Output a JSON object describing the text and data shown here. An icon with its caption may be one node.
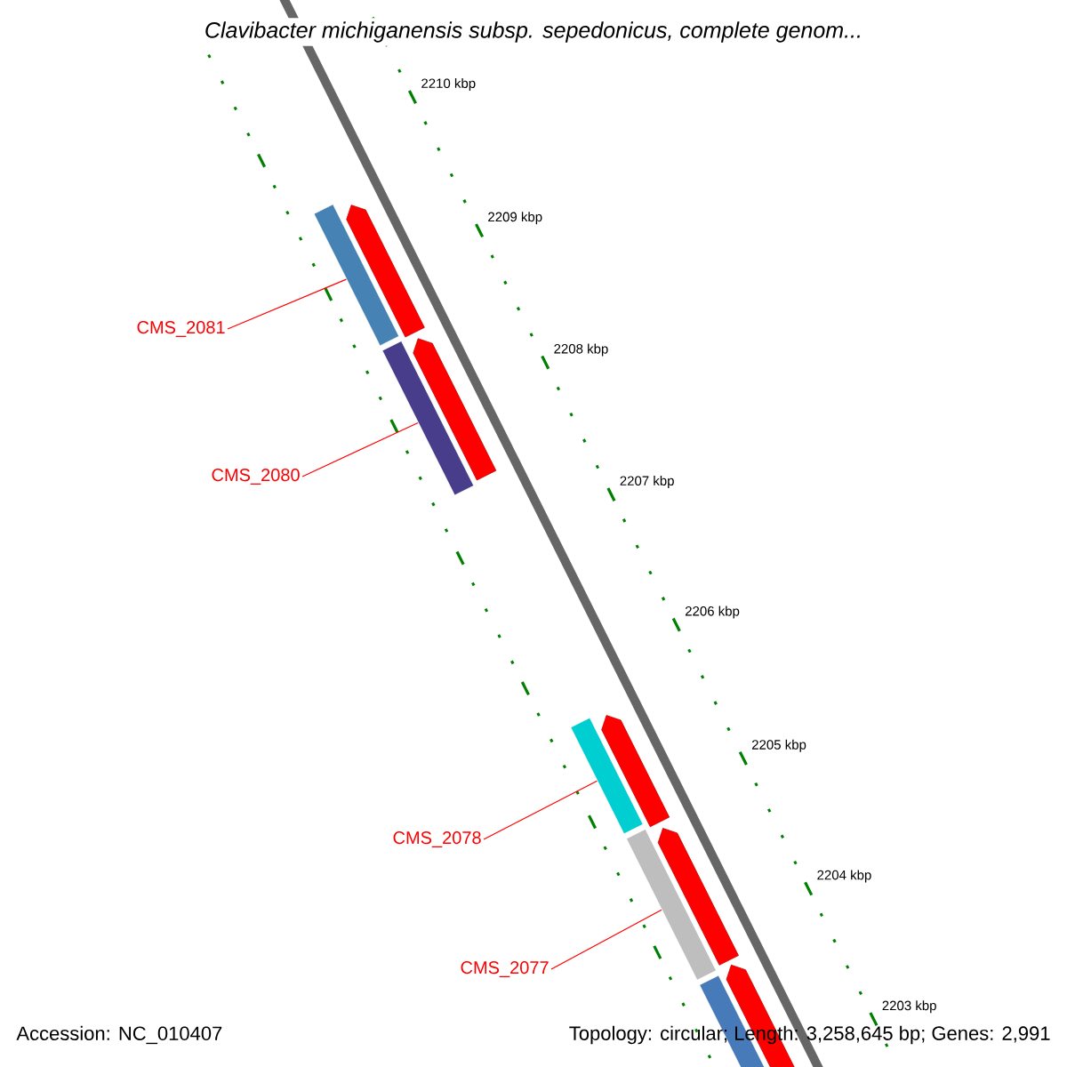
{
  "diagram": {
    "title": "Clavibacter michiganensis subsp. sepedonicus, complete genom...",
    "nodes": [
      {
        "text": [
          "CMS_2081"
        ]
      },
      {
        "text": [],
        "shape": "bar"
      },
      {
        "text": [
          "CMS_2080"
        ]
      },
      {
        "text": [],
        "shape": "bar"
      },
      {
        "text": [
          "CMS_2078"
        ]
      },
      {
        "text": [],
        "shape": "bar"
      },
      {
        "text": [
          "CMS_2077"
        ]
      },
      {
        "text": [],
        "shape": "bar"
      }
    ],
    "edges": [
      {
        "from": 0,
        "to": 1,
        "arrow": "none",
        "color": "#ff0000"
      },
      {
        "from": 2,
        "to": 3,
        "arrow": "none",
        "color": "#ff0000"
      },
      {
        "from": 4,
        "to": 5,
        "arrow": "none",
        "color": "#ff0000"
      },
      {
        "from": 6,
        "to": 7,
        "arrow": "none",
        "color": "#ff0000"
      }
    ],
    "labels": [
      "2210 kbp",
      "2209 kbp",
      "2208 kbp",
      "2207 kbp",
      "2206 kbp",
      "2205 kbp",
      "2204 kbp",
      "2203 kbp",
      "Accession: NC_010407",
      "Topology: circular; Length: 3,258,645 bp; Genes: 2,991"
    ]
  }
}
